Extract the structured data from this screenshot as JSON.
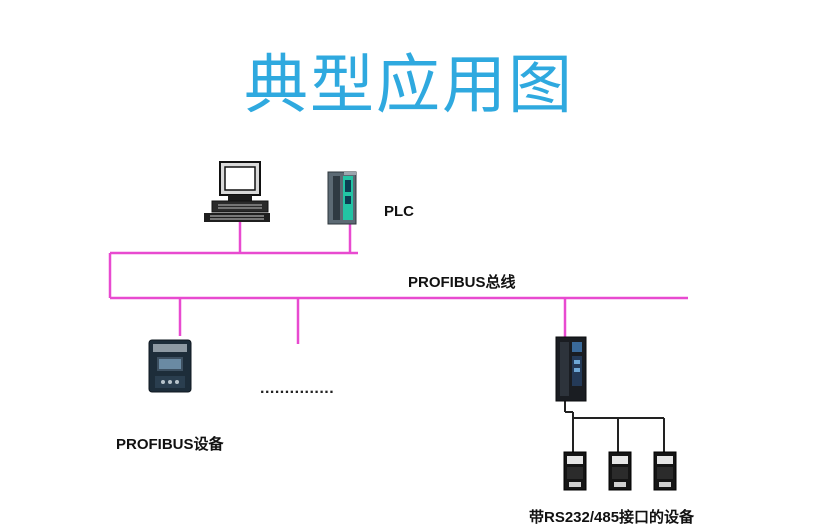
{
  "title": "典型应用图",
  "labels": {
    "plc": "PLC",
    "bus": "PROFIBUS总线",
    "profibus_device": "PROFIBUS设备",
    "rs_device": "带RS232/485接口的设备",
    "ellipsis": "..............."
  },
  "colors": {
    "title": "#2fa9df",
    "bus": "#e84ad0",
    "rs_line": "#222222"
  },
  "icons": {
    "computer": "computer-icon",
    "plc": "plc-icon",
    "profibus_device": "drive-icon",
    "gateway": "gateway-icon",
    "rs_devices": [
      "servo-icon",
      "servo-icon",
      "servo-icon"
    ]
  }
}
